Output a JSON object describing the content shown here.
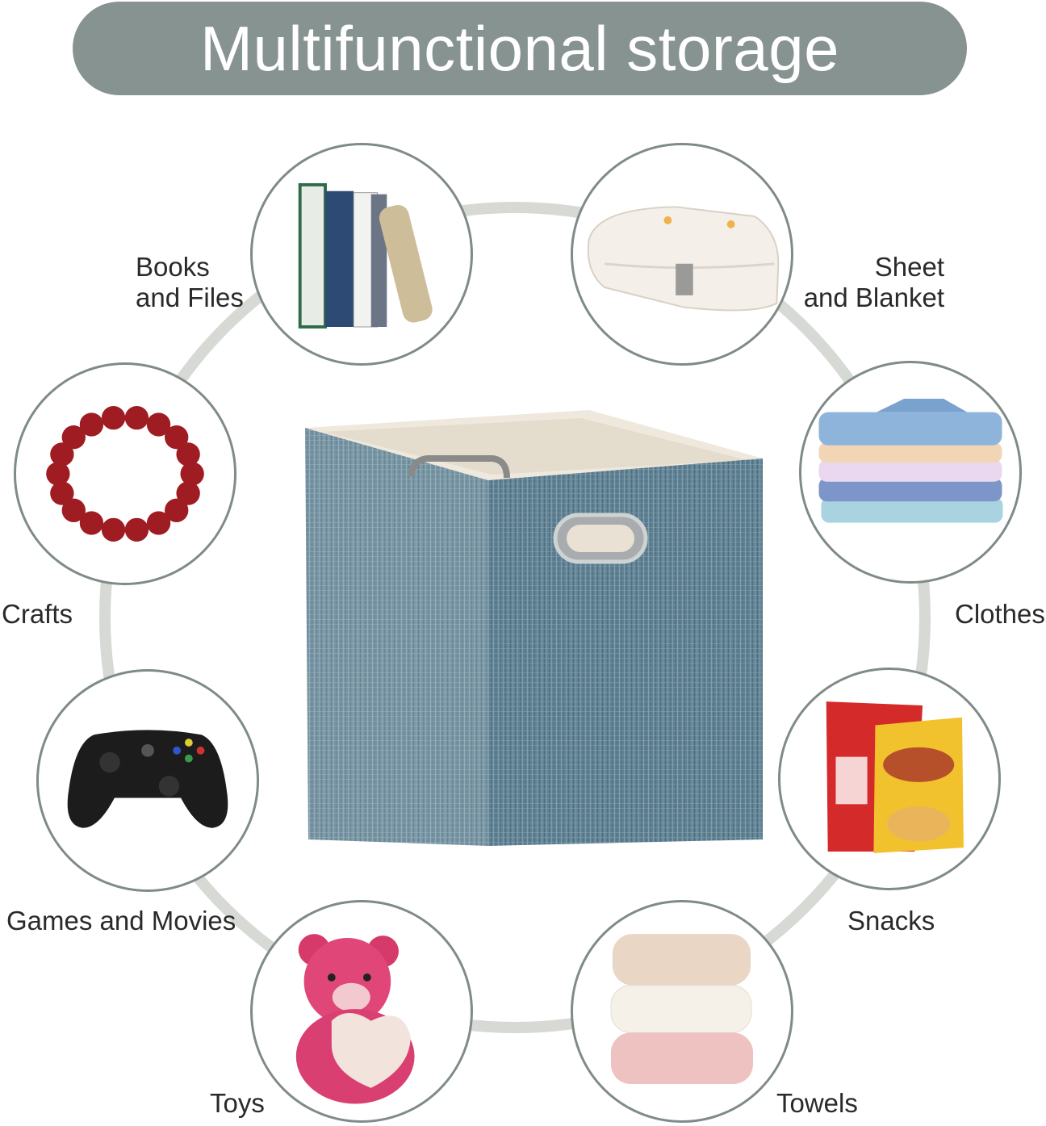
{
  "header": {
    "title": "Multifunctional storage",
    "color": "#879391"
  },
  "ring_color": "#d6d9d4",
  "categories": [
    {
      "id": "books",
      "line1": "Books",
      "line2": "and Files",
      "icon": "books-icon"
    },
    {
      "id": "sheet",
      "line1": "Sheet",
      "line2": "and Blanket",
      "icon": "folded-blanket-icon"
    },
    {
      "id": "crafts",
      "line1": "Crafts",
      "icon": "bead-bracelet-icon"
    },
    {
      "id": "clothes",
      "line1": "Clothes",
      "icon": "folded-shirts-icon"
    },
    {
      "id": "games",
      "line1": "Games and Movies",
      "icon": "game-controller-icon"
    },
    {
      "id": "snacks",
      "line1": "Snacks",
      "icon": "snack-bags-icon"
    },
    {
      "id": "toys",
      "line1": "Toys",
      "icon": "teddy-bear-icon"
    },
    {
      "id": "towels",
      "line1": "Towels",
      "icon": "folded-towels-icon"
    }
  ],
  "product": {
    "color": "#5f8193",
    "lining_color": "#efe8dc"
  }
}
